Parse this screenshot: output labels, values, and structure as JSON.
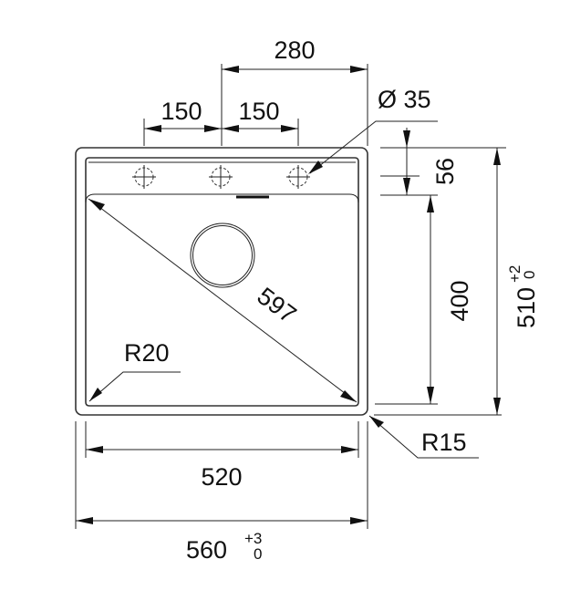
{
  "dimensions": {
    "hole_spacing_total": "280",
    "hole_spacing_left": "150",
    "hole_spacing_right": "150",
    "hole_diameter": "Ø 35",
    "ledge_depth": "56",
    "bowl_depth": "400",
    "overall_depth": "510",
    "overall_depth_tol_plus": "+2",
    "overall_depth_tol_minus": "0",
    "diagonal": "597",
    "bowl_radius": "R20",
    "outer_radius": "R15",
    "bowl_width": "520",
    "overall_width": "560",
    "overall_width_tol_plus": "+3",
    "overall_width_tol_minus": "0"
  }
}
